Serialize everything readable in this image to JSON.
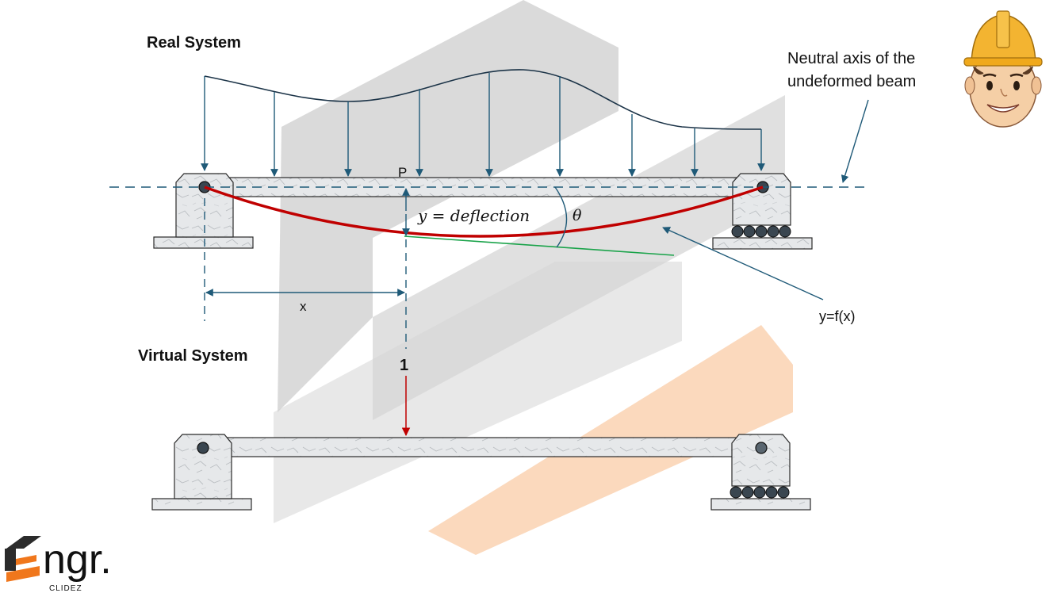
{
  "labels": {
    "real_system": "Real System",
    "virtual_system": "Virtual System",
    "neutral_axis_line1": "Neutral axis of the",
    "neutral_axis_line2": "undeformed beam",
    "point": "P",
    "deflection": "y = deflection",
    "theta": "θ",
    "x": "x",
    "curve_eq": "y=f(x)",
    "unit_load": "1"
  },
  "logo": {
    "text": "ngr.",
    "sub": "CLIDEZ"
  },
  "colors": {
    "blue": "#1f5a78",
    "red": "#c00000",
    "green": "#1aa34a",
    "watermark_gray": "#c9c9c9",
    "watermark_orange": "#f6b27a"
  },
  "icons": {
    "engineer": "engineer-avatar-icon",
    "pin": "pin-support-icon",
    "roller": "roller-support-icon"
  }
}
